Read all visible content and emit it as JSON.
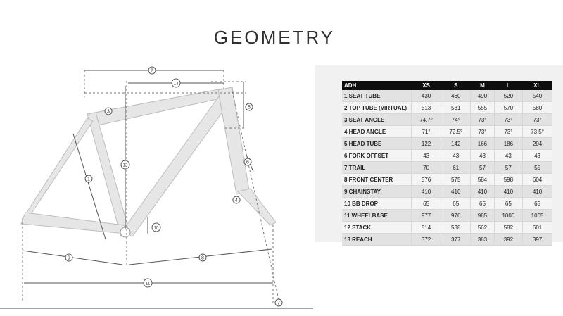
{
  "title": "GEOMETRY",
  "table": {
    "headers": [
      "ADH",
      "XS",
      "S",
      "M",
      "L",
      "XL"
    ],
    "rows": [
      {
        "label": "1 SEAT TUBE",
        "values": [
          "430",
          "460",
          "490",
          "520",
          "540"
        ]
      },
      {
        "label": "2 TOP TUBE (VIRTUAL)",
        "values": [
          "513",
          "531",
          "555",
          "570",
          "580"
        ]
      },
      {
        "label": "3 SEAT ANGLE",
        "values": [
          "74.7°",
          "74°",
          "73°",
          "73°",
          "73°"
        ]
      },
      {
        "label": "4 HEAD ANGLE",
        "values": [
          "71°",
          "72.5°",
          "73°",
          "73°",
          "73.5°"
        ]
      },
      {
        "label": "5 HEAD TUBE",
        "values": [
          "122",
          "142",
          "166",
          "186",
          "204"
        ]
      },
      {
        "label": "6 FORK OFFSET",
        "values": [
          "43",
          "43",
          "43",
          "43",
          "43"
        ]
      },
      {
        "label": "7 TRAIL",
        "values": [
          "70",
          "61",
          "57",
          "57",
          "55"
        ]
      },
      {
        "label": "8 FRONT CENTER",
        "values": [
          "576",
          "575",
          "584",
          "598",
          "604"
        ]
      },
      {
        "label": "9 CHAINSTAY",
        "values": [
          "410",
          "410",
          "410",
          "410",
          "410"
        ]
      },
      {
        "label": "10 BB DROP",
        "values": [
          "65",
          "65",
          "65",
          "65",
          "65"
        ]
      },
      {
        "label": "11 WHEELBASE",
        "values": [
          "977",
          "976",
          "985",
          "1000",
          "1005"
        ]
      },
      {
        "label": "12 STACK",
        "values": [
          "514",
          "538",
          "562",
          "582",
          "601"
        ]
      },
      {
        "label": "13 REACH",
        "values": [
          "372",
          "377",
          "383",
          "392",
          "397"
        ]
      }
    ]
  },
  "diagram": {
    "callouts": [
      "1",
      "2",
      "3",
      "4",
      "5",
      "6",
      "7",
      "8",
      "9",
      "10",
      "11",
      "12",
      "13"
    ]
  }
}
